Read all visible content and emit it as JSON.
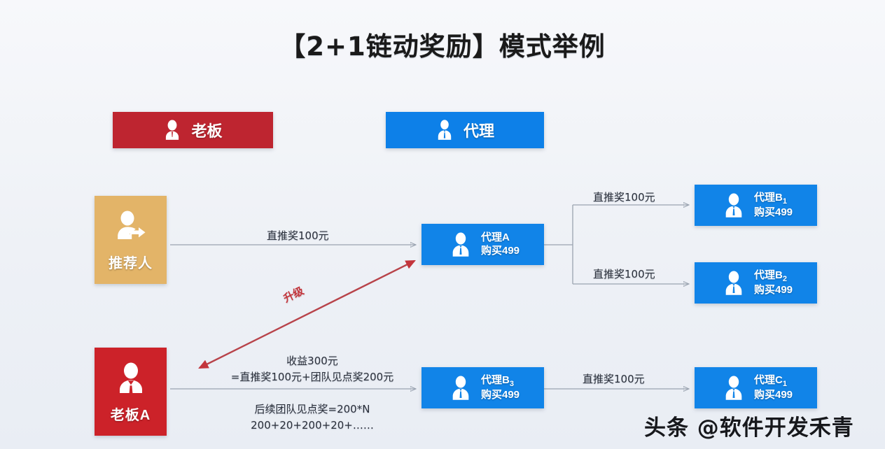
{
  "page": {
    "title": "【2+1链动奖励】模式举例",
    "background_color": "#f1f4f9",
    "watermark": "头条 @软件开发禾青"
  },
  "colors": {
    "boss_red": "#be2530",
    "agent_blue": "#1184e8",
    "referrer_tan": "#e3b468",
    "bossA_red": "#cc2229",
    "connector_gray": "#9aa3b0",
    "upgrade_red": "#c3353c",
    "text_dark": "#2a2f3a"
  },
  "legend": [
    {
      "id": "boss",
      "label": "老板",
      "icon": "person-icon",
      "color": "#be2530"
    },
    {
      "id": "agent",
      "label": "代理",
      "icon": "person-tie-icon",
      "color": "#0d80e8"
    }
  ],
  "nodes": {
    "referrer": {
      "label": "推荐人",
      "icon": "person-arrow-icon",
      "color": "#e3b468"
    },
    "bossA": {
      "label": "老板A",
      "icon": "person-tie-icon",
      "color": "#cc2229"
    },
    "agentA": {
      "name": "代理A",
      "sub": "",
      "purchase": "购买499",
      "icon": "person-tie-icon"
    },
    "agentB1": {
      "name": "代理B",
      "sub": "1",
      "purchase": "购买499",
      "icon": "person-tie-icon"
    },
    "agentB2": {
      "name": "代理B",
      "sub": "2",
      "purchase": "购买499",
      "icon": "person-tie-icon"
    },
    "agentB3": {
      "name": "代理B",
      "sub": "3",
      "purchase": "购买499",
      "icon": "person-tie-icon"
    },
    "agentC1": {
      "name": "代理C",
      "sub": "1",
      "purchase": "购买499",
      "icon": "person-tie-icon"
    }
  },
  "edges": {
    "referrer_to_agentA": "直推奖100元",
    "agentA_to_agentB1": "直推奖100元",
    "agentA_to_agentB2": "直推奖100元",
    "agentB3_to_agentC1": "直推奖100元",
    "bossA_upgrade": "升级"
  },
  "formula": {
    "line1": "收益300元",
    "line2": "=直推奖100元+团队见点奖200元",
    "line3": "后续团队见点奖=200*N",
    "line4": "200+20+200+20+……"
  }
}
